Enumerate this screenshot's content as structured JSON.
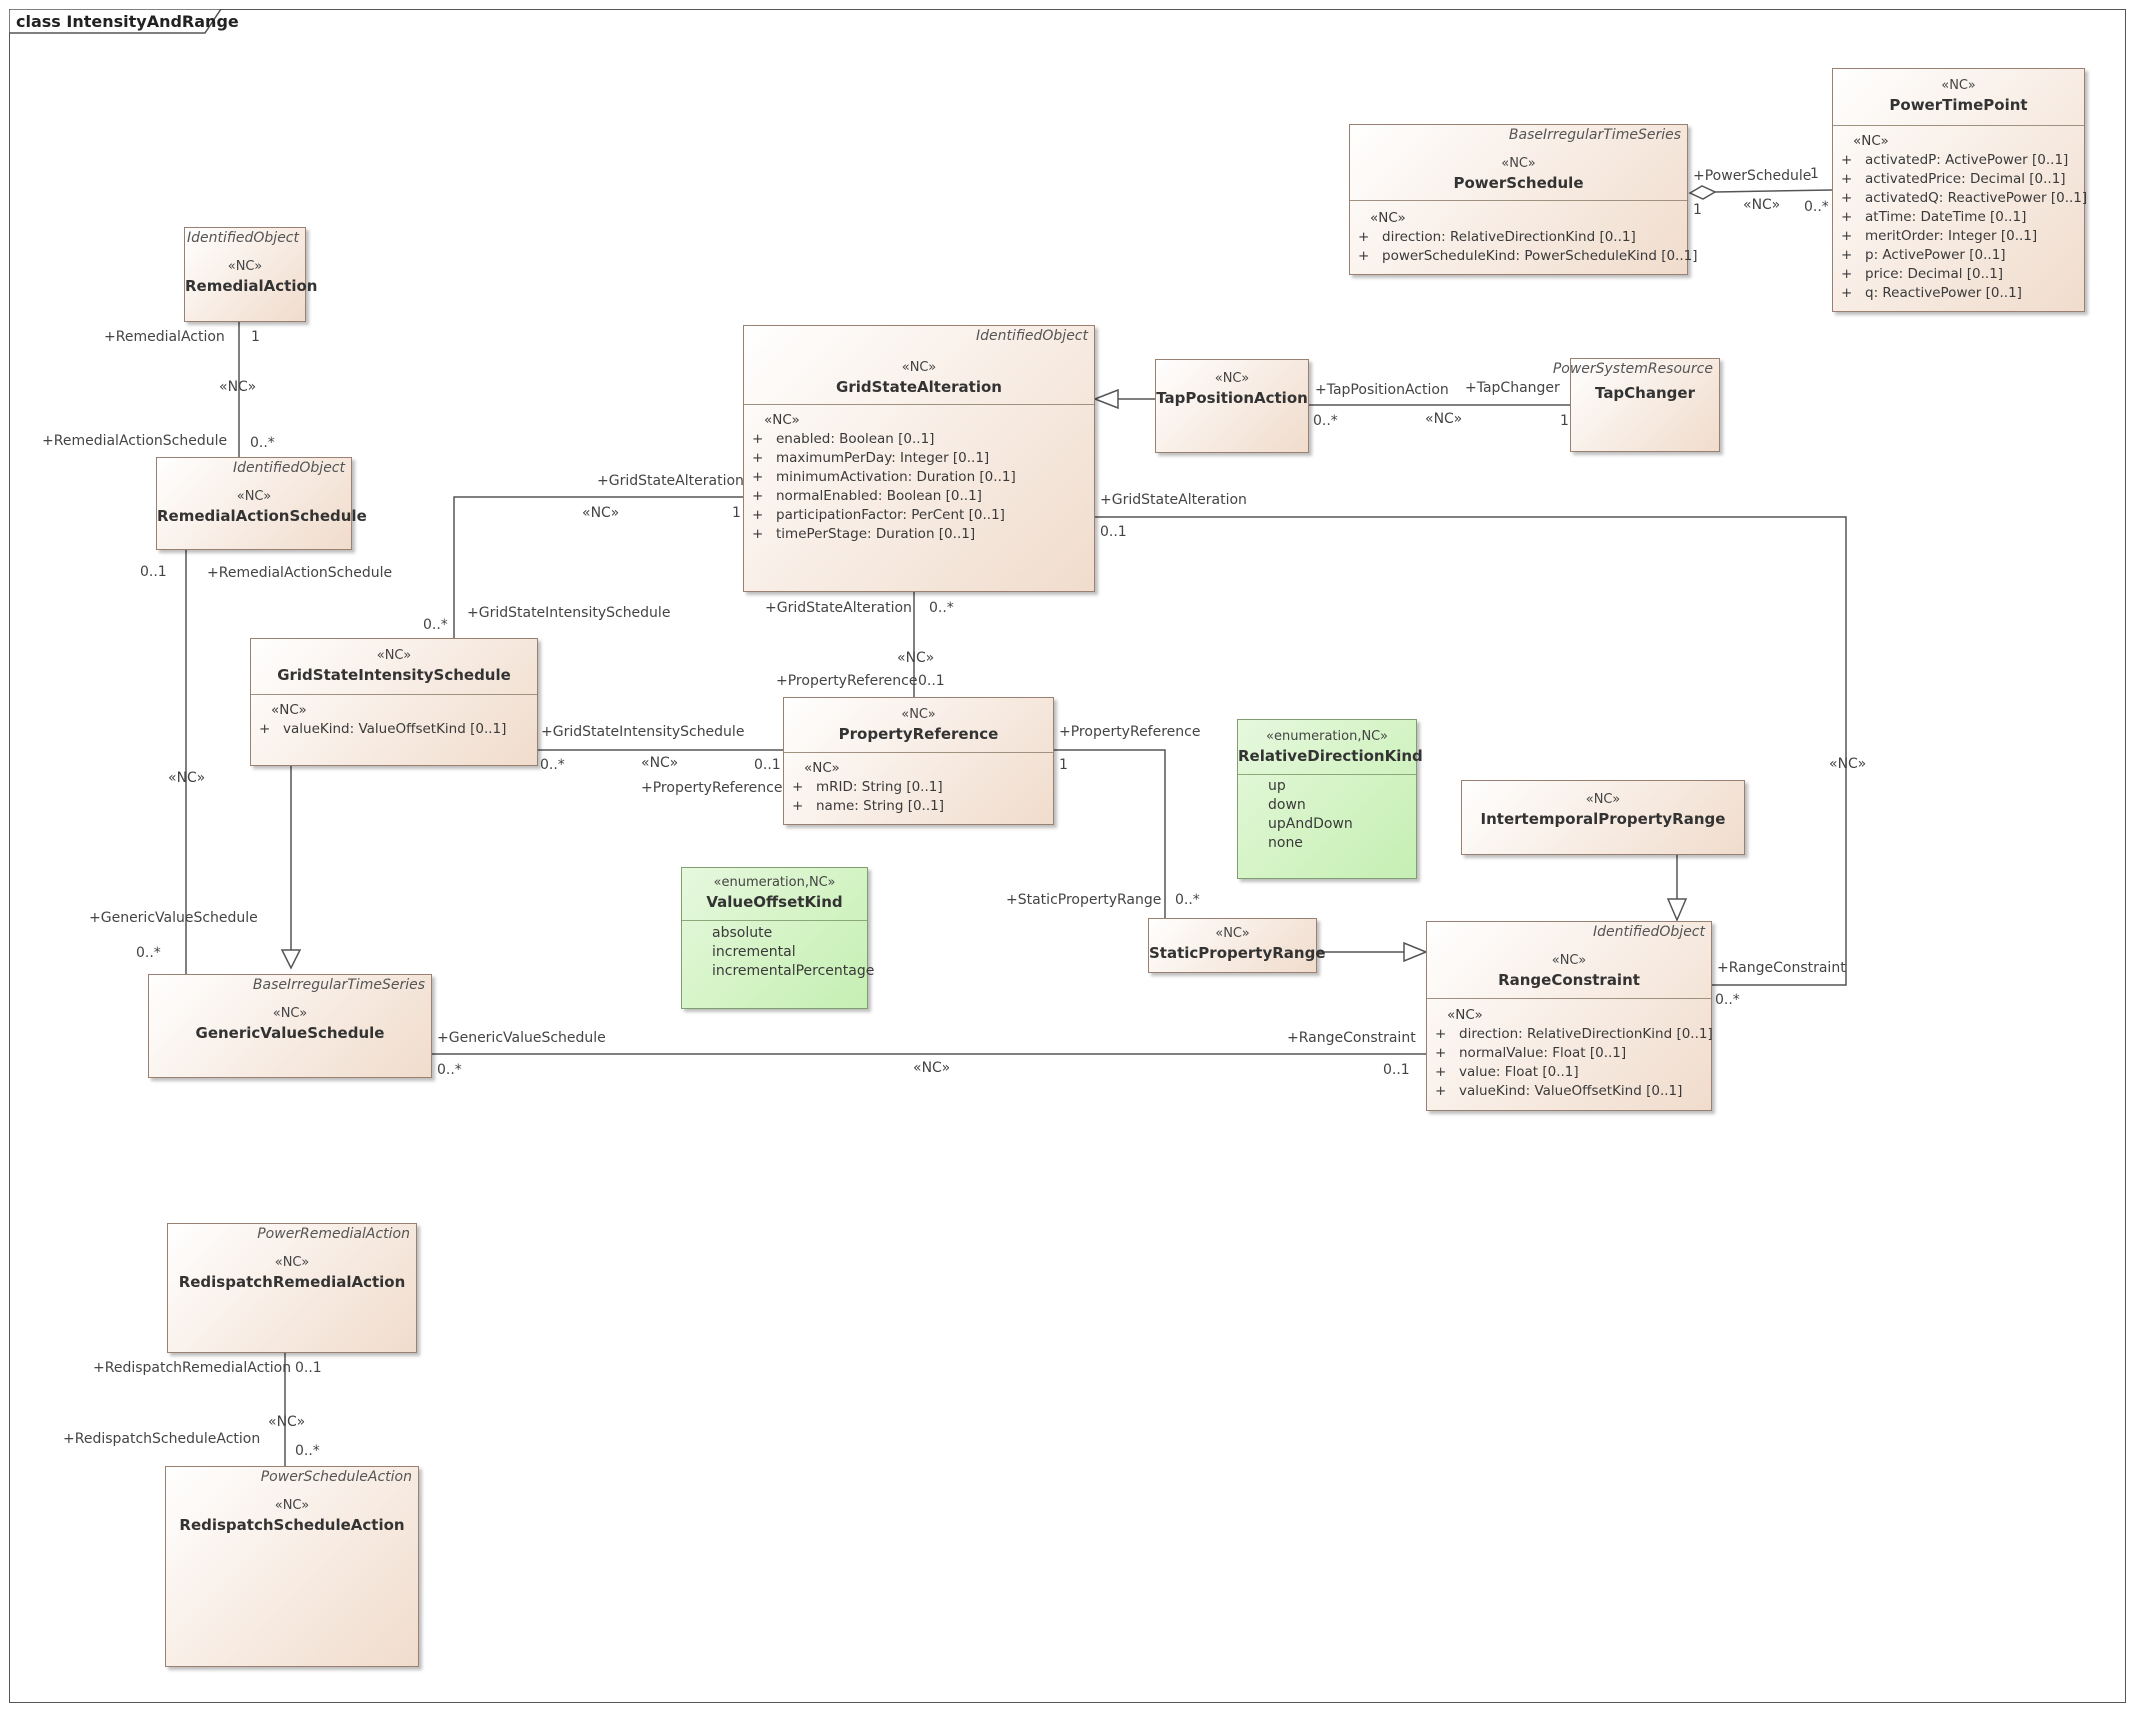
{
  "diagram": {
    "title": "class IntensityAndRange",
    "stereotype": "«NC»",
    "enum_stereotype": "«enumeration,NC»",
    "nc_label": "«NC»"
  },
  "classes": {
    "remedialAction": {
      "parent": "IdentifiedObject",
      "name": "RemedialAction"
    },
    "remedialActionSchedule": {
      "parent": "IdentifiedObject",
      "name": "RemedialActionSchedule"
    },
    "gridStateAlteration": {
      "parent": "IdentifiedObject",
      "name": "GridStateAlteration",
      "attr_stereotype": "«NC»",
      "attributes": [
        {
          "vis": "+",
          "text": "enabled: Boolean [0..1]"
        },
        {
          "vis": "+",
          "text": "maximumPerDay: Integer [0..1]"
        },
        {
          "vis": "+",
          "text": "minimumActivation: Duration [0..1]"
        },
        {
          "vis": "+",
          "text": "normalEnabled: Boolean [0..1]"
        },
        {
          "vis": "+",
          "text": "participationFactor: PerCent [0..1]"
        },
        {
          "vis": "+",
          "text": "timePerStage: Duration [0..1]"
        }
      ]
    },
    "tapPositionAction": {
      "name": "TapPositionAction"
    },
    "tapChanger": {
      "parent": "PowerSystemResource",
      "name": "TapChanger"
    },
    "powerSchedule": {
      "parent": "BaseIrregularTimeSeries",
      "name": "PowerSchedule",
      "attr_stereotype": "«NC»",
      "attributes": [
        {
          "vis": "+",
          "text": "direction: RelativeDirectionKind [0..1]"
        },
        {
          "vis": "+",
          "text": "powerScheduleKind: PowerScheduleKind [0..1]"
        }
      ]
    },
    "powerTimePoint": {
      "name": "PowerTimePoint",
      "attr_stereotype": "«NC»",
      "attributes": [
        {
          "vis": "+",
          "text": "activatedP: ActivePower [0..1]"
        },
        {
          "vis": "+",
          "text": "activatedPrice: Decimal [0..1]"
        },
        {
          "vis": "+",
          "text": "activatedQ: ReactivePower [0..1]"
        },
        {
          "vis": "+",
          "text": "atTime: DateTime [0..1]"
        },
        {
          "vis": "+",
          "text": "meritOrder: Integer [0..1]"
        },
        {
          "vis": "+",
          "text": "p: ActivePower [0..1]"
        },
        {
          "vis": "+",
          "text": "price: Decimal [0..1]"
        },
        {
          "vis": "+",
          "text": "q: ReactivePower [0..1]"
        }
      ]
    },
    "gridStateIntensitySchedule": {
      "name": "GridStateIntensitySchedule",
      "attr_stereotype": "«NC»",
      "attributes": [
        {
          "vis": "+",
          "text": "valueKind: ValueOffsetKind [0..1]"
        }
      ]
    },
    "propertyReference": {
      "name": "PropertyReference",
      "attr_stereotype": "«NC»",
      "attributes": [
        {
          "vis": "+",
          "text": "mRID: String [0..1]"
        },
        {
          "vis": "+",
          "text": "name: String [0..1]"
        }
      ]
    },
    "relativeDirectionKind": {
      "name": "RelativeDirectionKind",
      "literals": [
        "up",
        "down",
        "upAndDown",
        "none"
      ]
    },
    "intertemporalPropertyRange": {
      "name": "IntertemporalPropertyRange"
    },
    "valueOffsetKind": {
      "name": "ValueOffsetKind",
      "literals": [
        "absolute",
        "incremental",
        "incrementalPercentage"
      ]
    },
    "staticPropertyRange": {
      "name": "StaticPropertyRange"
    },
    "rangeConstraint": {
      "parent": "IdentifiedObject",
      "name": "RangeConstraint",
      "attr_stereotype": "«NC»",
      "attributes": [
        {
          "vis": "+",
          "text": "direction: RelativeDirectionKind [0..1]"
        },
        {
          "vis": "+",
          "text": "normalValue: Float [0..1]"
        },
        {
          "vis": "+",
          "text": "value: Float [0..1]"
        },
        {
          "vis": "+",
          "text": "valueKind: ValueOffsetKind [0..1]"
        }
      ]
    },
    "genericValueSchedule": {
      "parent": "BaseIrregularTimeSeries",
      "name": "GenericValueSchedule"
    },
    "redispatchRemedialAction": {
      "parent": "PowerRemedialAction",
      "name": "RedispatchRemedialAction"
    },
    "redispatchScheduleAction": {
      "parent": "PowerScheduleAction",
      "name": "RedispatchScheduleAction"
    }
  },
  "labels": {
    "ra_role": "+RemedialAction",
    "ra_mult": "1",
    "ra_nc": "«NC»",
    "ras_role": "+RemedialActionSchedule",
    "ras_mult": "0..*",
    "ras_role2": "+RemedialActionSchedule",
    "ras_mult2": "0..1",
    "ras_nc2": "«NC»",
    "gvs_role_left": "+GenericValueSchedule",
    "gvs_mult_left": "0..*",
    "gsa_role_left": "+GridStateAlteration",
    "gsa_nc_left": "«NC»",
    "gsa_mult_left": "1",
    "gsis_mult_top": "0..*",
    "gsis_role_top": "+GridStateIntensitySchedule",
    "gsa_role_bottom": "+GridStateAlteration",
    "gsa_mult_bottom": "0..*",
    "gsa_pr_nc": "«NC»",
    "pr_role_top": "+PropertyReference",
    "pr_mult_top": "0..1",
    "gsis_role_right": "+GridStateIntensitySchedule",
    "gsis_mult_right": "0..*",
    "gsis_pr_nc": "«NC»",
    "pr_mult_left": "0..1",
    "pr_role_left": "+PropertyReference",
    "pr_role_right": "+PropertyReference",
    "pr_mult_right": "1",
    "spr_role": "+StaticPropertyRange",
    "spr_mult": "0..*",
    "tpa_role": "+TapPositionAction",
    "tpa_mult": "0..*",
    "tpa_nc": "«NC»",
    "tc_role": "+TapChanger",
    "tc_mult": "1",
    "gsa_role_right": "+GridStateAlteration",
    "gsa_mult_right": "0..1",
    "gsa_rc_nc": "«NC»",
    "rc_role_right": "+RangeConstraint",
    "rc_mult_right": "0..*",
    "ps_role": "+PowerSchedule",
    "ps_mult": "1",
    "ps_nc": "«NC»",
    "ptp_mult": "0..*",
    "gvs_role_bottom": "+GenericValueSchedule",
    "gvs_mult_bottom": "0..*",
    "gvs_rc_nc": "«NC»",
    "rc_role_bottom": "+RangeConstraint",
    "rc_mult_bottom": "0..1",
    "rra_role": "+RedispatchRemedialAction",
    "rra_mult": "0..1",
    "rra_nc": "«NC»",
    "rsa_role": "+RedispatchScheduleAction",
    "rsa_mult": "0..*"
  },
  "colors": {
    "class_border": "#9a8070",
    "enum_fill": "#d2f3c2",
    "class_fill": "#f7ebe2"
  }
}
